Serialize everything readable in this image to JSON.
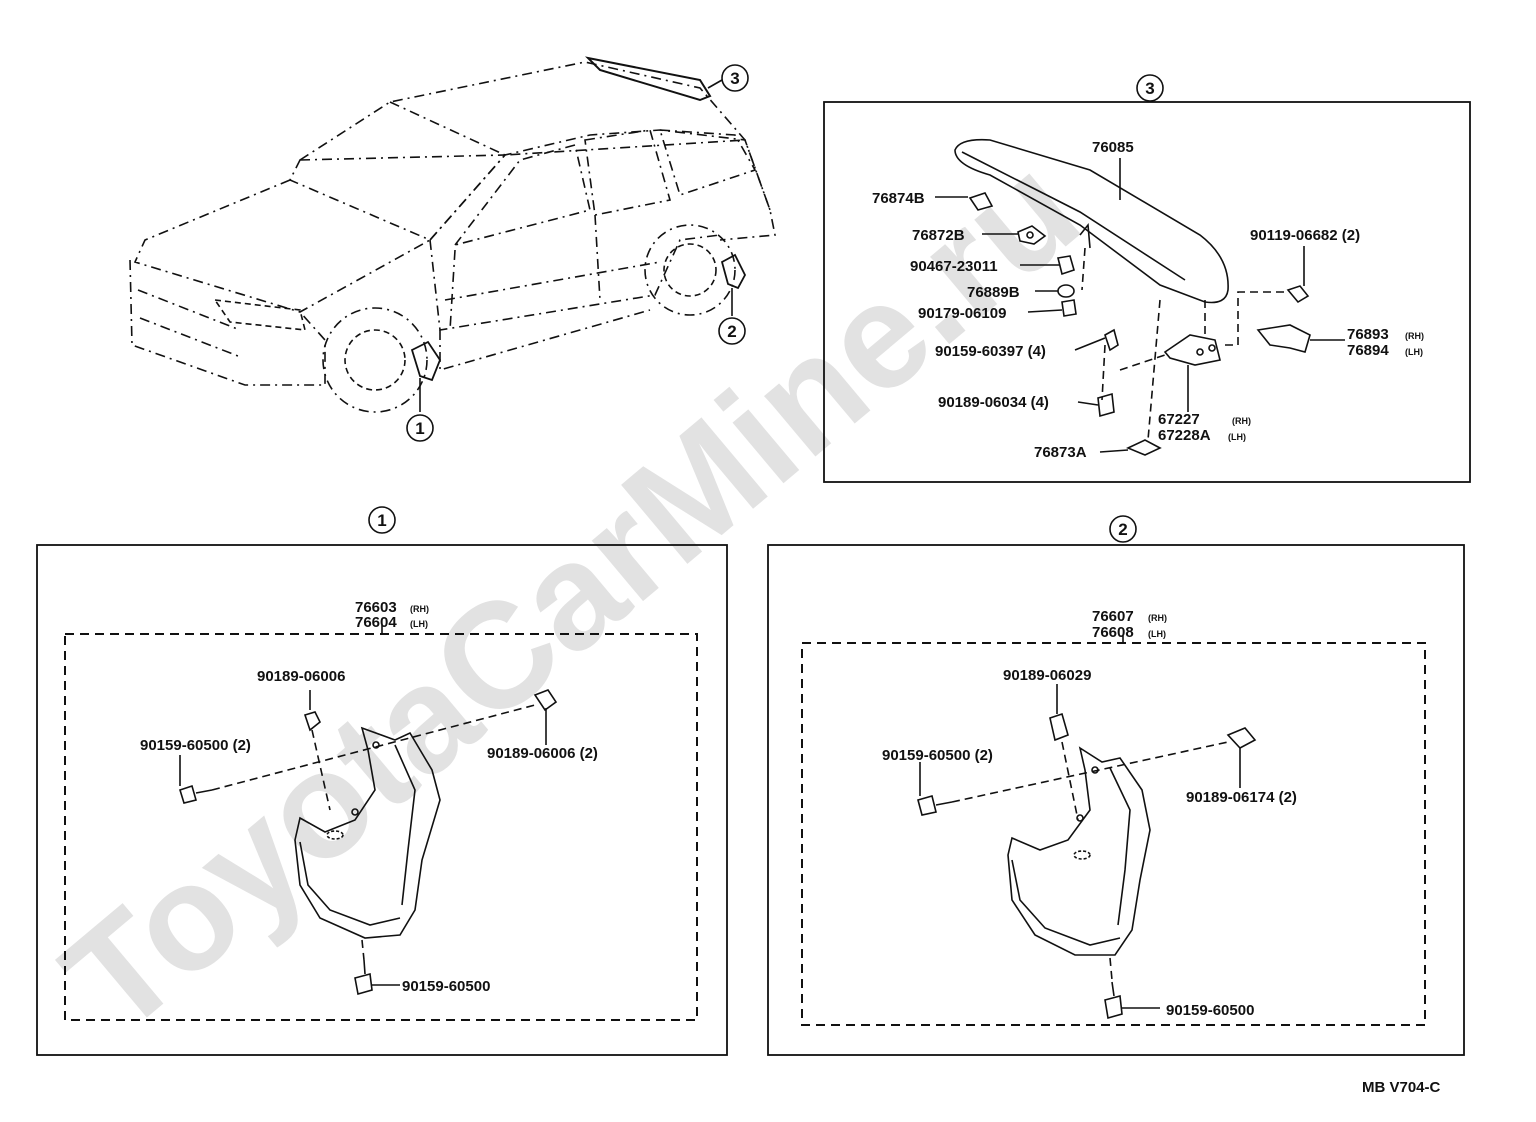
{
  "callouts": {
    "c1": "1",
    "c2": "2",
    "c3": "3"
  },
  "watermark": "ToyotaCarMine.ru",
  "spoiler_parts": {
    "p76085": "76085",
    "p76874b": "76874B",
    "p76872b": "76872B",
    "p90467": "90467-23011",
    "p76889b": "76889B",
    "p90179": "90179-06109",
    "p90159_60397": "90159-60397 (4)",
    "p90189_06034": "90189-06034 (4)",
    "p76873a": "76873A",
    "p90119": "90119-06682 (2)",
    "p76893": "76893",
    "p76893_side": "(RH)",
    "p76894": "76894",
    "p76894_side": "(LH)",
    "p67227": "67227",
    "p67227_side": "(RH)",
    "p67228a": "67228A",
    "p67228a_side": "(LH)"
  },
  "front_mudguard_parts": {
    "p76603": "76603",
    "p76603_side": "(RH)",
    "p76604": "76604",
    "p76604_side": "(LH)",
    "p90189_top": "90189-06006",
    "p90189_right": "90189-06006 (2)",
    "p90159_left": "90159-60500 (2)",
    "p90159_bottom": "90159-60500"
  },
  "rear_mudguard_parts": {
    "p76607": "76607",
    "p76607_side": "(RH)",
    "p76608": "76608",
    "p76608_side": "(LH)",
    "p90189_top": "90189-06029",
    "p90189_right": "90189-06174 (2)",
    "p90159_left": "90159-60500 (2)",
    "p90159_bottom": "90159-60500"
  },
  "footer_code": "MB  V704-C"
}
